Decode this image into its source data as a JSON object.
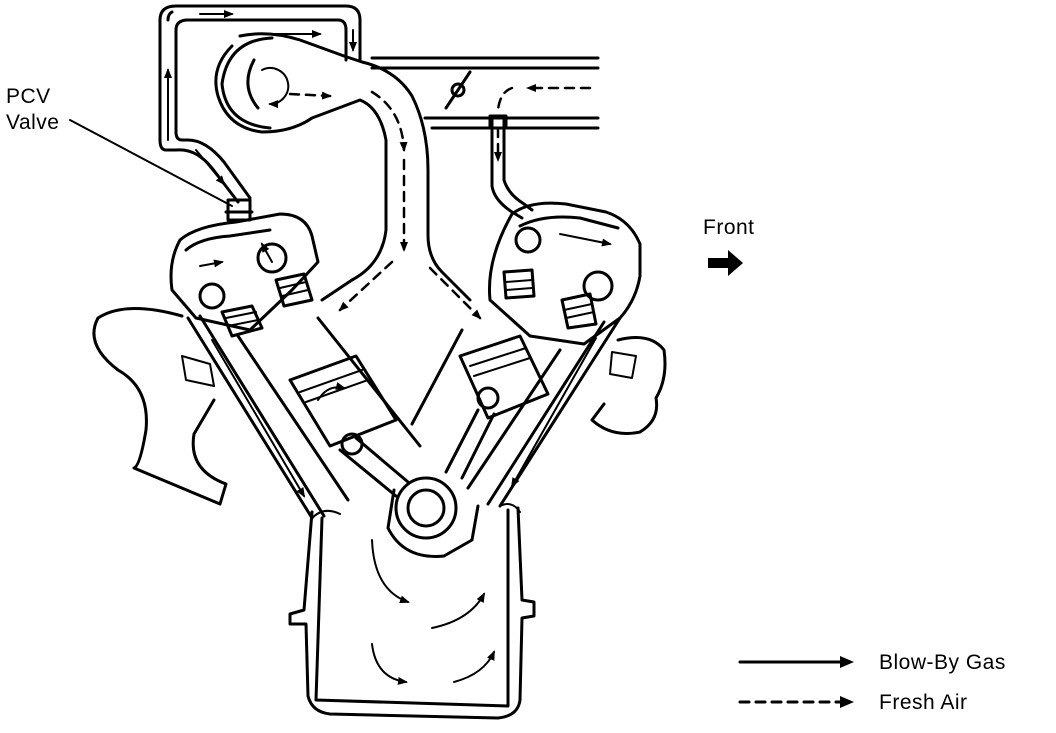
{
  "labels": {
    "pcv_line1": "PCV",
    "pcv_line2": "Valve",
    "front": "Front"
  },
  "legend": {
    "blow_by": "Blow-By Gas",
    "fresh_air": "Fresh Air"
  },
  "colors": {
    "ink": "#000000",
    "background": "#ffffff"
  }
}
